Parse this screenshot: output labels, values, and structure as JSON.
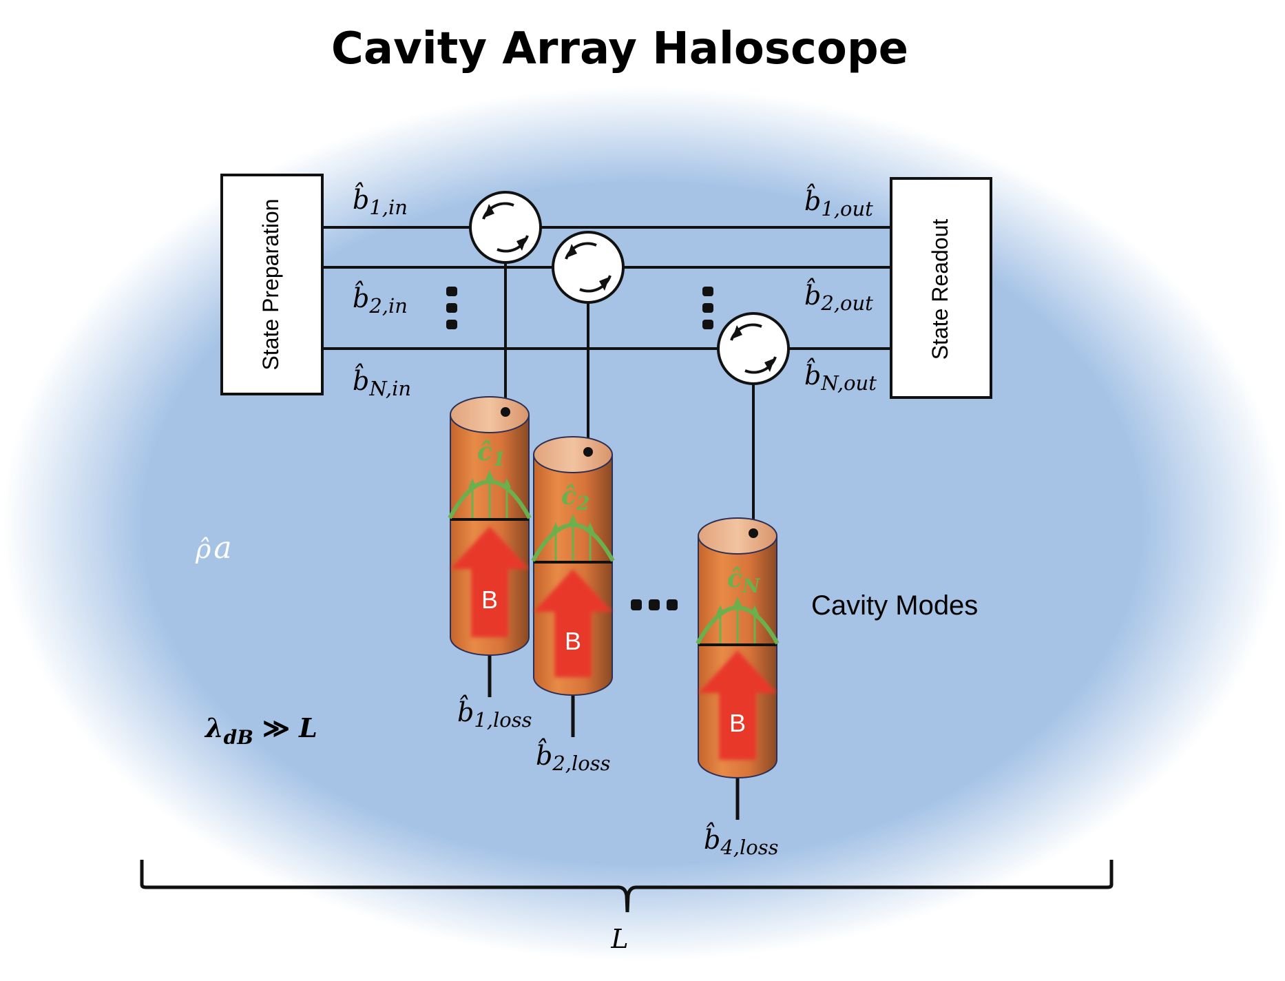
{
  "title": "Cavity Array Haloscope",
  "state_preparation": "State Preparation",
  "state_readout": "State Readout",
  "inputs": [
    {
      "sym": "b̂",
      "sub": "1,in"
    },
    {
      "sym": "b̂",
      "sub": "2,in"
    },
    {
      "sym": "b̂",
      "sub": "N,in"
    }
  ],
  "outputs": [
    {
      "sym": "b̂",
      "sub": "1,out"
    },
    {
      "sym": "b̂",
      "sub": "2,out"
    },
    {
      "sym": "b̂",
      "sub": "N,out"
    }
  ],
  "cavities": [
    {
      "mode_sym": "ĉ",
      "mode_sub": "1",
      "field": "B",
      "loss_sym": "b̂",
      "loss_sub": "1,loss"
    },
    {
      "mode_sym": "ĉ",
      "mode_sub": "2",
      "field": "B",
      "loss_sym": "b̂",
      "loss_sub": "2,loss"
    },
    {
      "mode_sym": "ĉ",
      "mode_sub": "N",
      "field": "B",
      "loss_sym": "b̂",
      "loss_sub": "4,loss"
    }
  ],
  "cavity_modes_label": "Cavity Modes",
  "density_label": {
    "sym": "ρ̂",
    "sub": "a"
  },
  "condition": {
    "lhs": "λ",
    "lhs_sub": "dB",
    "rel": " ≫ ",
    "rhs": "L"
  },
  "length_label": "L",
  "colors": {
    "background_blue": "#a6c3e6",
    "cavity_orange": "#e07b3c",
    "field_red": "#e8382a",
    "mode_green": "#6ab04c"
  }
}
